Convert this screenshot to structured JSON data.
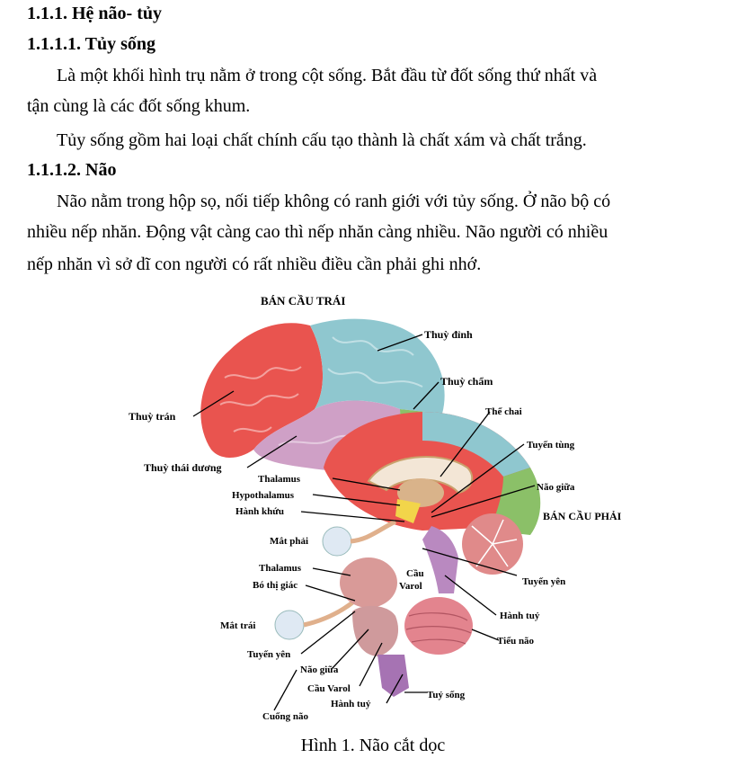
{
  "document": {
    "heading_1": "1.1.1. Hệ não- tủy",
    "heading_2": "1.1.1.1. Tủy sống",
    "para_1_line_1": "Là một khối hình trụ nằm ở trong cột sống. Bắt đầu từ đốt sống thứ nhất và",
    "para_1_line_2": "tận cùng là các đốt sống khum.",
    "para_2": "Tủy sống gồm hai loại chất chính cấu tạo thành là chất xám và chất trắng.",
    "heading_3": "1.1.1.2. Não",
    "para_3_line_1": "Não nằm trong hộp sọ, nối tiếp không có ranh giới với tủy sống. Ở não bộ có",
    "para_3_line_2": "nhiều nếp nhăn. Động vật càng cao thì nếp nhăn càng nhiều. Não người có nhiều",
    "para_3_line_3": "nếp nhăn vì sở dĩ con người có rất nhiều điều cần phải ghi nhớ."
  },
  "figure": {
    "caption": "Hình 1. Não cắt dọc",
    "labels": {
      "left_hemisphere": "BÁN CẦU TRÁI",
      "right_hemisphere": "BÁN CẦU PHẢI",
      "parietal": "Thuỳ đỉnh",
      "occipital": "Thuỳ chẩm",
      "frontal": "Thuỳ trán",
      "corpus_callosum": "Thể chai",
      "pineal": "Tuyến tùng",
      "temporal": "Thuỳ thái dương",
      "thalamus_top": "Thalamus",
      "hypothalamus": "Hypothalamus",
      "olfactory": "Hành khứu",
      "midbrain_right": "Não giữa",
      "right_eye": "Mắt phải",
      "pons_mid": "Cầu",
      "pons_mid_2": "Varol",
      "pituitary_right": "Tuyến yên",
      "thalamus_bottom": "Thalamus",
      "optic_tract": "Bó thị giác",
      "medulla_right": "Hành tuỷ",
      "left_eye": "Mắt trái",
      "cerebellum": "Tiểu não",
      "pituitary_left": "Tuyến yên",
      "midbrain_left": "Não giữa",
      "pons_left": "Cầu Varol",
      "spinal_cord": "Tuỷ sống",
      "medulla_left": "Hành tuỷ",
      "peduncle": "Cuống não"
    },
    "colors": {
      "frontal": "#e9544f",
      "parietal": "#8fc7cf",
      "temporal": "#cfa0c6",
      "occipital": "#8bc068",
      "cerebellum": "#e08a8a",
      "brainstem": "#b989c0",
      "eye": "#dfe9f3",
      "hypothalamus": "#f2d54a"
    }
  }
}
